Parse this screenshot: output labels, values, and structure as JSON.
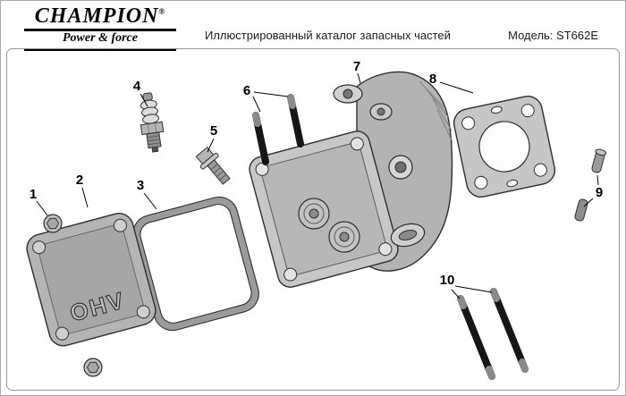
{
  "header": {
    "brand": "CHAMPION",
    "registered": "®",
    "tagline": "Power & force",
    "title": "Иллюстрированный каталог запасных частей",
    "model": "Модель: ST662E"
  },
  "diagram": {
    "embossed_text": "OHV",
    "callouts": [
      "1",
      "2",
      "3",
      "4",
      "5",
      "6",
      "7",
      "8",
      "9",
      "10"
    ]
  }
}
